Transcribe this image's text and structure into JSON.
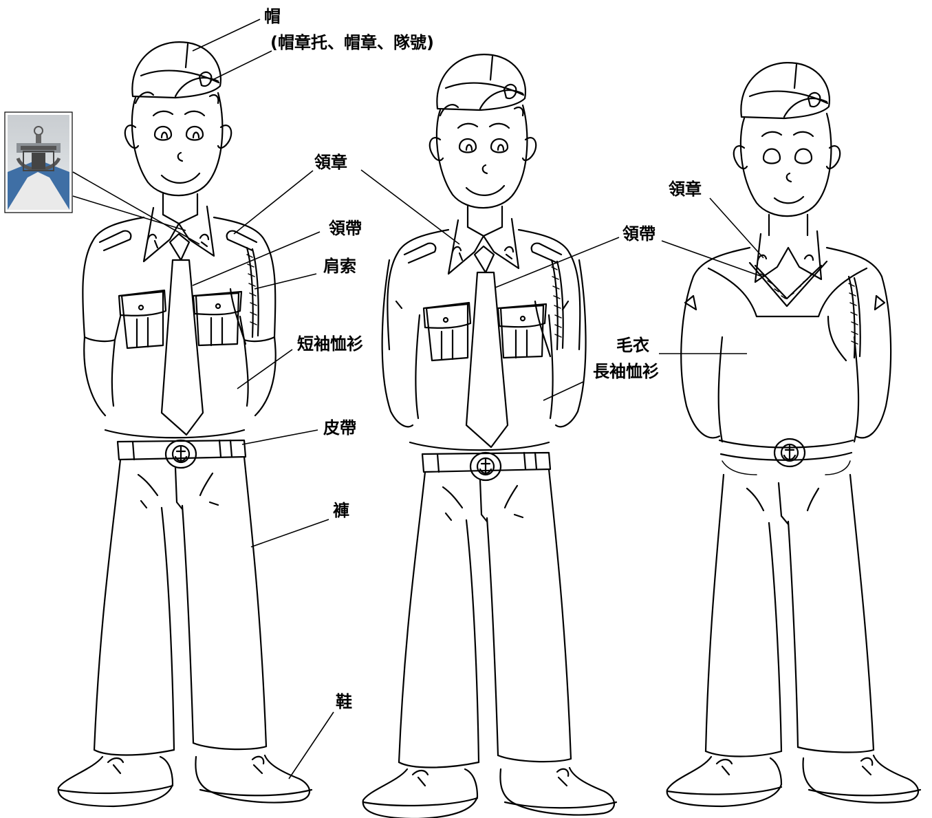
{
  "labels": {
    "hat": "帽",
    "hat_parts": "(帽章托、帽章、隊號)",
    "collar_badge_1": "領章",
    "tie_1": "領帶",
    "aiguillette": "肩索",
    "short_sleeve_shirt": "短袖恤衫",
    "belt": "皮帶",
    "trousers": "褲",
    "shoes": "鞋",
    "tie_2": "領帶",
    "sweater": "毛衣",
    "long_sleeve_shirt": "長袖恤衫",
    "collar_badge_2": "領章"
  },
  "inset": {
    "icon": "anchor-badge-photo"
  },
  "figures": [
    {
      "id": "figure-short-sleeve"
    },
    {
      "id": "figure-long-sleeve"
    },
    {
      "id": "figure-sweater"
    }
  ]
}
